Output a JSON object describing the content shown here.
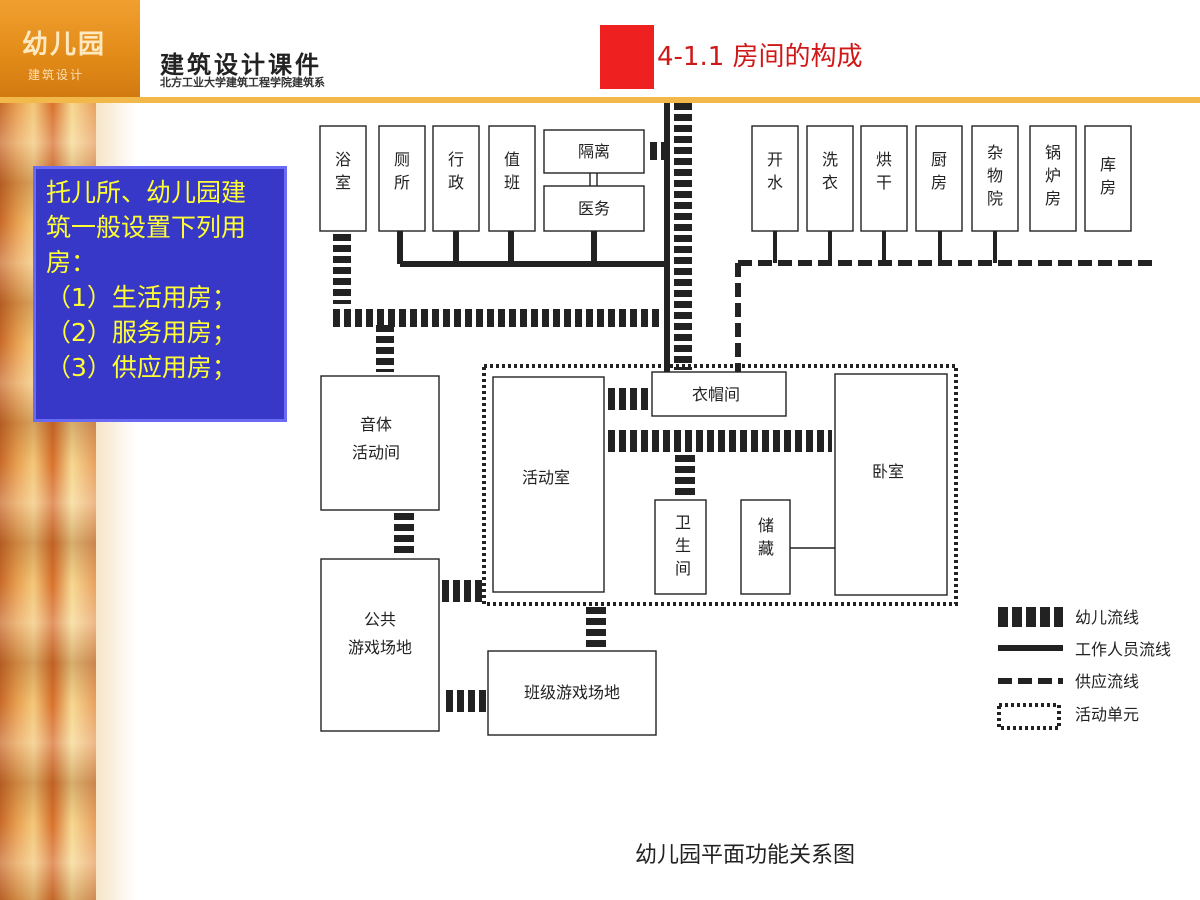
{
  "header": {
    "logo_title": "幼儿园",
    "logo_sub": "建筑设计",
    "course_title": "建筑设计课件",
    "course_subtitle": "北方工业大学建筑工程学院建筑系",
    "slide_title": "4-1.1  房间的构成"
  },
  "text_box": {
    "lines": [
      "托儿所、幼儿园建",
      "筑一般设置下列用",
      "房：",
      "（1）生活用房；",
      "（2）服务用房；",
      "（3）供应用房；"
    ]
  },
  "diagram": {
    "caption": "幼儿园平面功能关系图",
    "rooms": {
      "yushi": "浴室",
      "cesuo": "厕所",
      "xingzheng": "行政",
      "zhiban": "值班",
      "geli": "隔离",
      "yiwu": "医务",
      "kaishui": "开水",
      "xiyi": "洗衣",
      "honggan": "烘干",
      "chufang": "厨房",
      "zawuyuan": "杂物院",
      "guolufang": "锅炉房",
      "kufang": "库房",
      "yinti": "音体活动间",
      "yimaojian": "衣帽间",
      "huodongshi": "活动室",
      "woshi": "卧室",
      "weishengjian": "卫生间",
      "chucang": "储藏",
      "gonggong": "公共游戏场地",
      "banji": "班级游戏场地"
    },
    "legend": {
      "child": "幼儿流线",
      "staff": "工作人员流线",
      "supply": "供应流线",
      "unit": "活动单元"
    }
  }
}
